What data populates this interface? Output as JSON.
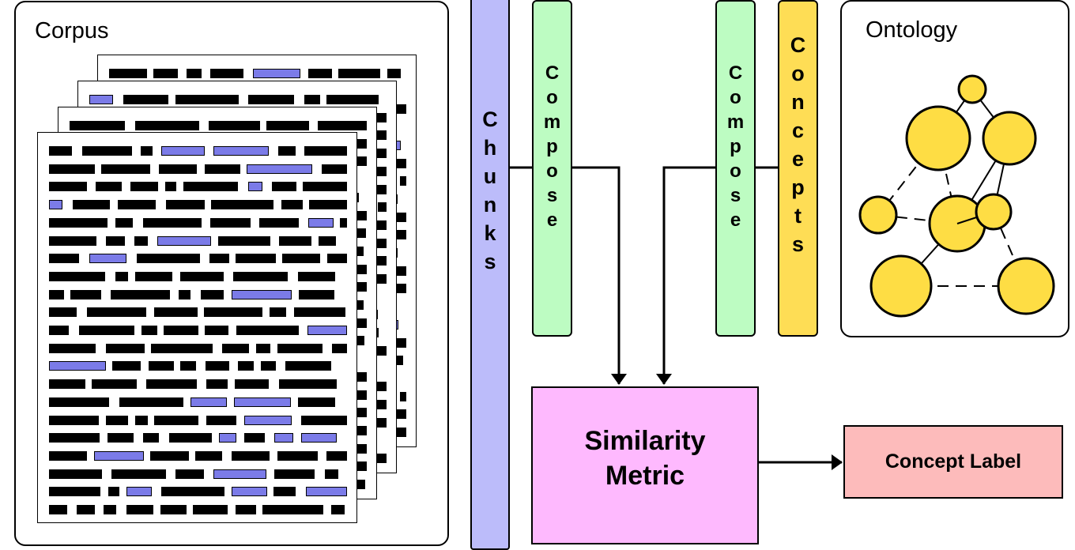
{
  "corpus": {
    "title": "Corpus"
  },
  "ontology": {
    "title": "Ontology"
  },
  "chunks": {
    "label": "Chunks",
    "color": "#bcbcfa"
  },
  "compose_left": {
    "label": "Compose",
    "color": "#bdfcc2"
  },
  "compose_right": {
    "label": "Compose",
    "color": "#bdfcc2"
  },
  "concepts": {
    "label": "Concepts",
    "color": "#fedd55"
  },
  "similarity": {
    "line1": "Similarity",
    "line2": "Metric",
    "color": "#feb9fe"
  },
  "concept_label": {
    "label": "Concept Label",
    "color": "#fdbbbb"
  },
  "colors": {
    "highlight": "#7b7be8",
    "node": "#fedd44"
  }
}
